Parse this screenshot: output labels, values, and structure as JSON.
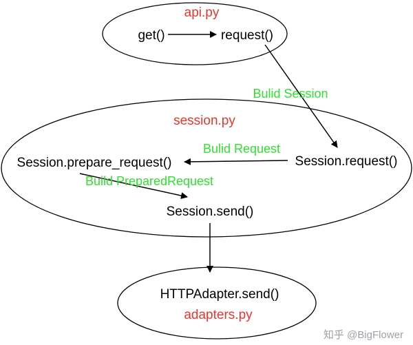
{
  "colors": {
    "module_label": "#e8362d",
    "edge_label": "#2fe02f",
    "node_text": "#000000",
    "stroke": "#000000",
    "watermark": "#9aa0a6"
  },
  "modules": {
    "api": "api.py",
    "session": "session.py",
    "adapters": "adapters.py"
  },
  "nodes": {
    "get": "get()",
    "request": "request()",
    "session_request": "Session.request()",
    "prepare_request": "Session.prepare_request()",
    "session_send": "Session.send()",
    "adapter_send": "HTTPAdapter.send()"
  },
  "edges": {
    "build_session": "Bulid Session",
    "build_request": "Bulid Request",
    "build_prepared_request": "Build PreparedRequest"
  },
  "watermark": "知乎 @BigFlower"
}
